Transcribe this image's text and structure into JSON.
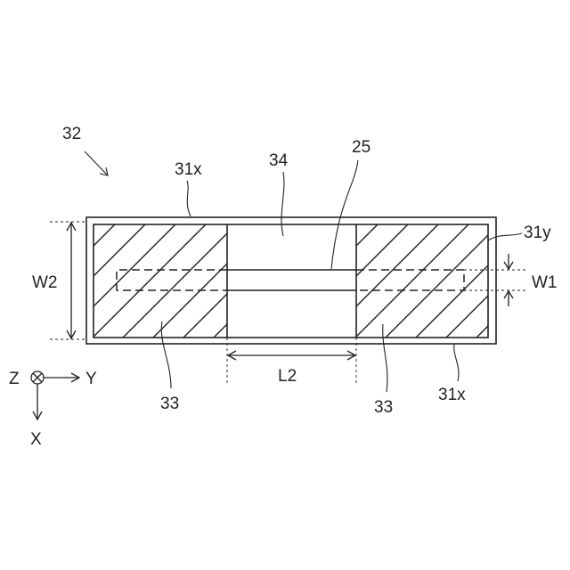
{
  "labels": {
    "ref_32": "32",
    "ref_31x_top": "31x",
    "ref_34": "34",
    "ref_25": "25",
    "ref_31y": "31y",
    "dim_w2": "W2",
    "dim_w1": "W1",
    "dim_l2": "L2",
    "ref_33_left": "33",
    "ref_33_right": "33",
    "ref_31x_bottom": "31x"
  },
  "axes": {
    "z": "Z",
    "y": "Y",
    "x": "X"
  },
  "colors": {
    "ink": "#222222",
    "background": "#ffffff"
  }
}
